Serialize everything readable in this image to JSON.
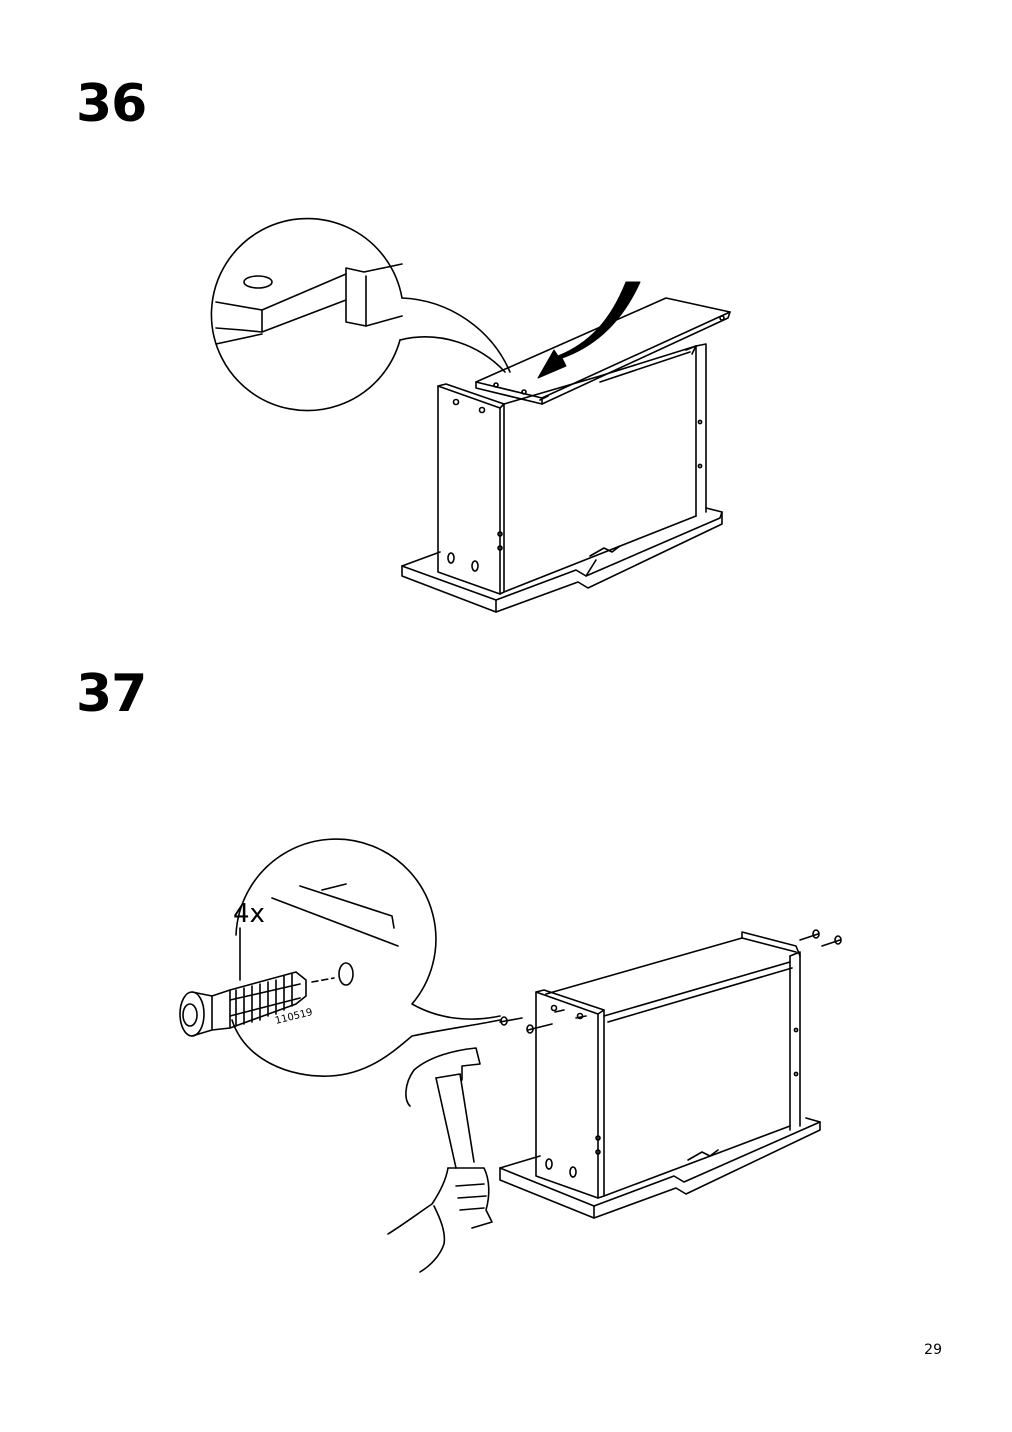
{
  "steps": [
    {
      "number": "36"
    },
    {
      "number": "37",
      "quantity": "4x",
      "part_number": "110519"
    }
  ],
  "page_number": "29",
  "icons": [
    "arrow-icon",
    "magnifier-circle-icon",
    "dowel-icon",
    "nail-icon",
    "hammer-icon",
    "hand-icon"
  ]
}
